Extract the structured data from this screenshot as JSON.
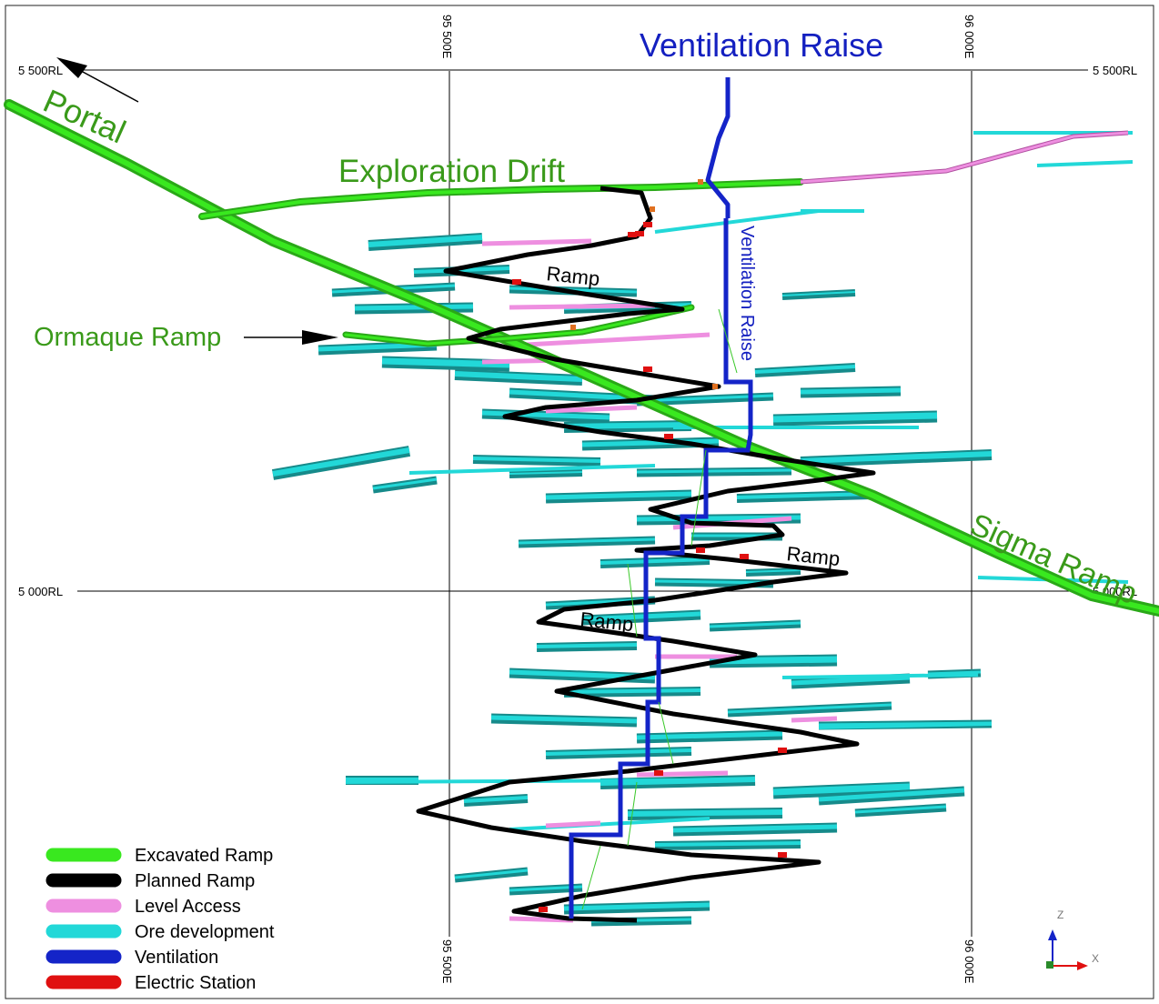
{
  "grid": {
    "rl_labels": [
      "5 500RL",
      "5 000RL"
    ],
    "easting_labels": [
      "95 500E",
      "96 000E"
    ]
  },
  "labels": {
    "portal": "Portal",
    "exploration_drift": "Exploration Drift",
    "ventilation_raise_title": "Ventilation Raise",
    "ventilation_raise_vertical": "Ventilation Raise",
    "ormaque_ramp": "Ormaque Ramp",
    "sigma_ramp": "Sigma Ramp",
    "ramp": "Ramp"
  },
  "colors": {
    "excavated_ramp": "#39e81f",
    "excavated_ramp_dark": "#2aa818",
    "planned_ramp": "#000000",
    "level_access": "#ee8fe0",
    "ore_development": "#22d8d8",
    "ore_dark": "#168a8a",
    "ventilation": "#1424c8",
    "electric_station": "#e01010",
    "label_green": "#3a9a1a",
    "label_blue": "#1420c0"
  },
  "legend": [
    {
      "label": "Excavated Ramp",
      "color": "#39e81f"
    },
    {
      "label": "Planned Ramp",
      "color": "#000000"
    },
    {
      "label": "Level Access",
      "color": "#ee8fe0"
    },
    {
      "label": "Ore development",
      "color": "#22d8d8"
    },
    {
      "label": "Ventilation",
      "color": "#1424c8"
    },
    {
      "label": "Electric Station",
      "color": "#e01010"
    }
  ],
  "axis_triad": {
    "z": "Z",
    "x": "X"
  }
}
